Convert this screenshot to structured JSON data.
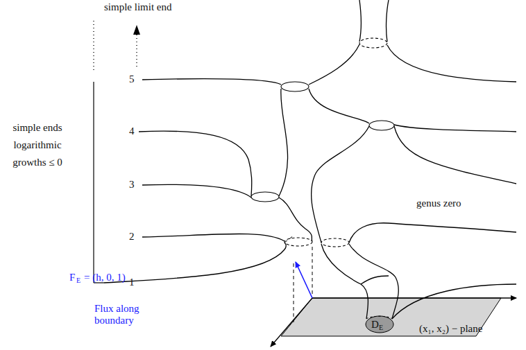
{
  "diagram": {
    "labels": [
      "simple limit end",
      "5",
      "4",
      "3",
      "2",
      "1",
      "simple ends logarithmic growths ≤ 0",
      "genus zero",
      "F",
      "E",
      "= (h, 0, 1)",
      "Flux along boundary",
      "D",
      "E",
      "(x₁, x₂) − plane"
    ]
  }
}
